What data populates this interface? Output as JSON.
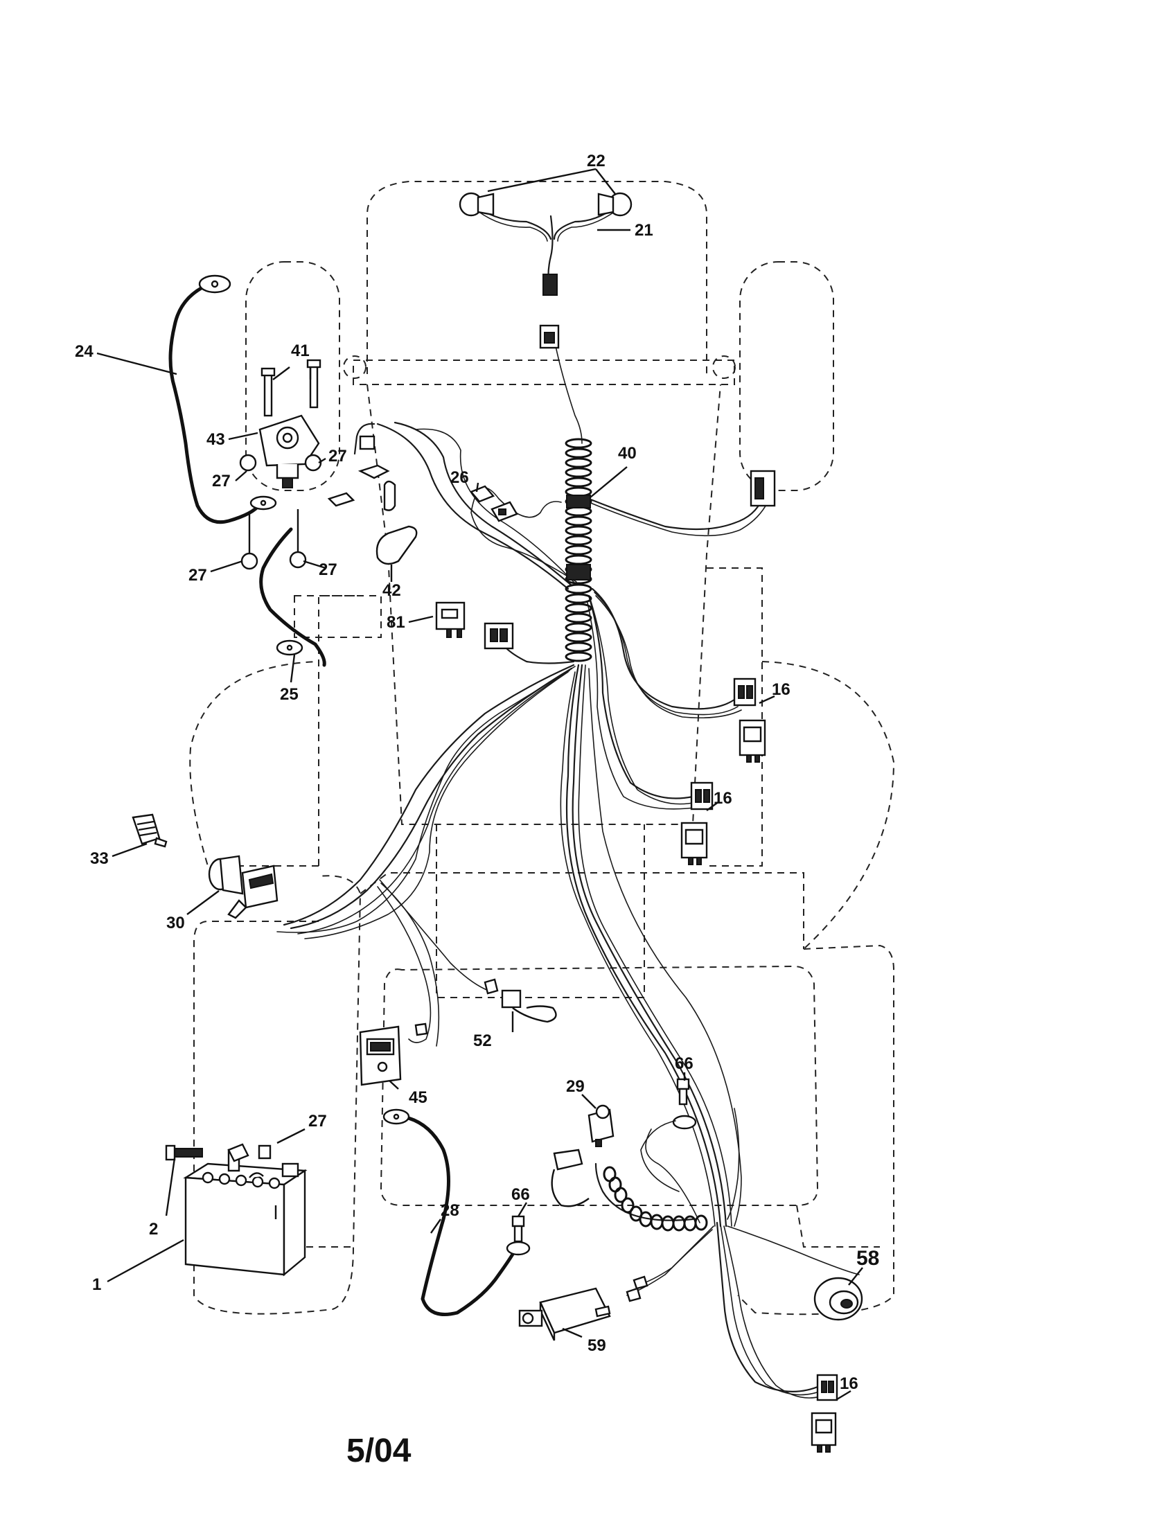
{
  "diagram": {
    "date_code": "5/04",
    "labels": {
      "p1": "1",
      "p2": "2",
      "p16a": "16",
      "p16b": "16",
      "p16c": "16",
      "p21": "21",
      "p22": "22",
      "p24": "24",
      "p25": "25",
      "p26": "26",
      "p27a": "27",
      "p27b": "27",
      "p27c": "27",
      "p27d": "27",
      "p27e": "27",
      "p28": "28",
      "p29": "29",
      "p30": "30",
      "p33": "33",
      "p40": "40",
      "p41": "41",
      "p42": "42",
      "p43": "43",
      "p45": "45",
      "p52": "52",
      "p58": "58",
      "p59": "59",
      "p66a": "66",
      "p66b": "66",
      "p81": "81"
    }
  }
}
